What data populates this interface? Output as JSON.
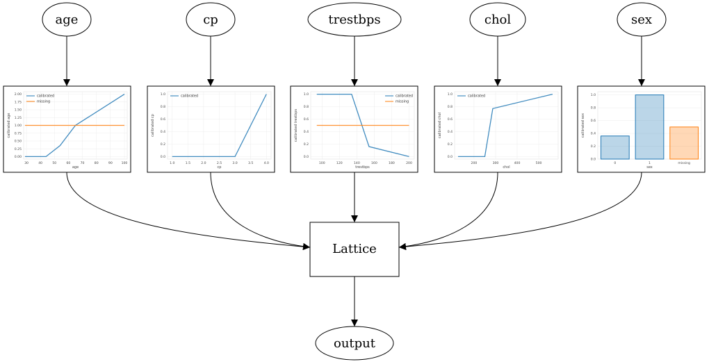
{
  "nodes": {
    "age": "age",
    "cp": "cp",
    "trestbps": "trestbps",
    "chol": "chol",
    "sex": "sex",
    "lattice": "Lattice",
    "output": "output"
  },
  "colors": {
    "calibrated": "#1f77b4",
    "missing": "#ff7f0e"
  },
  "chart_data": [
    {
      "id": "age",
      "type": "line",
      "xlabel": "age",
      "ylabel": "calibrated age",
      "xlim": [
        28,
        102
      ],
      "ylim": [
        -0.08,
        2.08
      ],
      "xticks": [
        "30",
        "40",
        "50",
        "60",
        "70",
        "80",
        "90",
        "100"
      ],
      "xtick_values": [
        30,
        40,
        50,
        60,
        70,
        80,
        90,
        100
      ],
      "yticks": [
        "0.00",
        "0.25",
        "0.50",
        "0.75",
        "1.00",
        "1.25",
        "1.50",
        "1.75",
        "2.00"
      ],
      "ytick_values": [
        0,
        0.25,
        0.5,
        0.75,
        1.0,
        1.25,
        1.5,
        1.75,
        2.0
      ],
      "legend": "top-left",
      "series": [
        {
          "name": "calibrated",
          "x": [
            29,
            44,
            54,
            65,
            100
          ],
          "y": [
            0,
            0,
            0.35,
            1.0,
            2.0
          ]
        },
        {
          "name": "missing",
          "x": [
            29,
            100
          ],
          "y": [
            1.0,
            1.0
          ]
        }
      ]
    },
    {
      "id": "cp",
      "type": "line",
      "xlabel": "cp",
      "ylabel": "calibrated cp",
      "xlim": [
        0.85,
        4.15
      ],
      "ylim": [
        -0.04,
        1.04
      ],
      "xticks": [
        "1.0",
        "1.5",
        "2.0",
        "2.5",
        "3.0",
        "3.5",
        "4.0"
      ],
      "xtick_values": [
        1.0,
        1.5,
        2.0,
        2.5,
        3.0,
        3.5,
        4.0
      ],
      "yticks": [
        "0.0",
        "0.2",
        "0.4",
        "0.6",
        "0.8",
        "1.0"
      ],
      "ytick_values": [
        0,
        0.2,
        0.4,
        0.6,
        0.8,
        1.0
      ],
      "legend": "top-left",
      "series": [
        {
          "name": "calibrated",
          "x": [
            1.0,
            2.0,
            3.0,
            4.0
          ],
          "y": [
            0,
            0,
            0,
            1.0
          ]
        }
      ]
    },
    {
      "id": "trestbps",
      "type": "line",
      "xlabel": "trestbps",
      "ylabel": "calibrated trestbps",
      "xlim": [
        87,
        206
      ],
      "ylim": [
        -0.04,
        1.04
      ],
      "xticks": [
        "100",
        "120",
        "140",
        "160",
        "180",
        "200"
      ],
      "xtick_values": [
        100,
        120,
        140,
        160,
        180,
        200
      ],
      "yticks": [
        "0.0",
        "0.2",
        "0.4",
        "0.6",
        "0.8",
        "1.0"
      ],
      "ytick_values": [
        0,
        0.2,
        0.4,
        0.6,
        0.8,
        1.0
      ],
      "legend": "top-right",
      "series": [
        {
          "name": "calibrated",
          "x": [
            94,
            134,
            154,
            200
          ],
          "y": [
            1.0,
            1.0,
            0.16,
            0.0
          ]
        },
        {
          "name": "missing",
          "x": [
            94,
            200
          ],
          "y": [
            0.5,
            0.5
          ]
        }
      ]
    },
    {
      "id": "chol",
      "type": "line",
      "xlabel": "chol",
      "ylabel": "calibrated chol",
      "xlim": [
        110,
        590
      ],
      "ylim": [
        -0.04,
        1.04
      ],
      "xticks": [
        "200",
        "300",
        "400",
        "500"
      ],
      "xtick_values": [
        200,
        300,
        400,
        500
      ],
      "yticks": [
        "0.0",
        "0.2",
        "0.4",
        "0.6",
        "0.8",
        "1.0"
      ],
      "ytick_values": [
        0,
        0.2,
        0.4,
        0.6,
        0.8,
        1.0
      ],
      "legend": "top-left",
      "series": [
        {
          "name": "calibrated",
          "x": [
            126,
            250,
            287,
            564
          ],
          "y": [
            0,
            0,
            0.77,
            1.0
          ]
        }
      ]
    },
    {
      "id": "sex",
      "type": "bar",
      "xlabel": "sex",
      "ylabel": "calibrated sex",
      "ylim": [
        0,
        1.05
      ],
      "categories": [
        "0",
        "1",
        "missing"
      ],
      "values": [
        0.36,
        1.0,
        0.5
      ],
      "bar_colors": [
        "calibrated",
        "calibrated",
        "missing"
      ],
      "yticks": [
        "0.0",
        "0.2",
        "0.4",
        "0.6",
        "0.8",
        "1.0"
      ],
      "ytick_values": [
        0,
        0.2,
        0.4,
        0.6,
        0.8,
        1.0
      ]
    }
  ]
}
